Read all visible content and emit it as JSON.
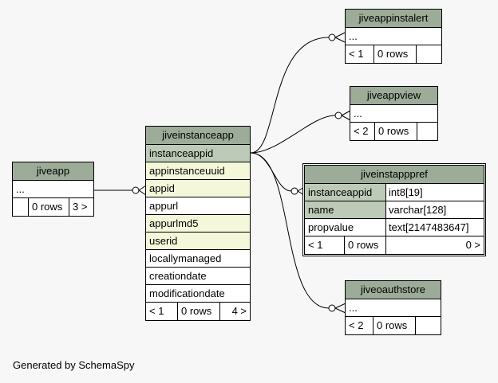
{
  "footer": "Generated by SchemaSpy",
  "tables": {
    "jiveapp": {
      "name": "jiveapp",
      "row": "...",
      "stats": [
        "",
        "0 rows",
        "3 >"
      ]
    },
    "jiveinstanceapp": {
      "name": "jiveinstanceapp",
      "columns": [
        "instanceappid",
        "appinstanceuuid",
        "appid",
        "appurl",
        "appurlmd5",
        "userid",
        "locallymanaged",
        "creationdate",
        "modificationdate"
      ],
      "stats": [
        "< 1",
        "0 rows",
        "4 >"
      ]
    },
    "jiveappinstalert": {
      "name": "jiveappinstalert",
      "row": "...",
      "stats": [
        "< 1",
        "0 rows",
        ""
      ]
    },
    "jiveappview": {
      "name": "jiveappview",
      "row": "...",
      "stats": [
        "< 2",
        "0 rows",
        ""
      ]
    },
    "jiveinstapppref": {
      "name": "jiveinstapppref",
      "columns": [
        {
          "name": "instanceappid",
          "type": "int8[19]"
        },
        {
          "name": "name",
          "type": "varchar[128]"
        },
        {
          "name": "propvalue",
          "type": "text[2147483647]"
        }
      ],
      "stats": [
        "< 1",
        "0 rows",
        "0 >"
      ]
    },
    "jiveoauthstore": {
      "name": "jiveoauthstore",
      "row": "...",
      "stats": [
        "< 2",
        "0 rows",
        ""
      ]
    }
  }
}
